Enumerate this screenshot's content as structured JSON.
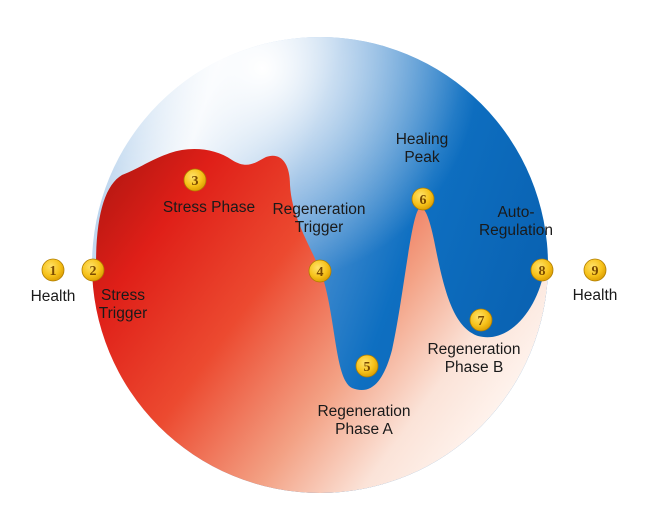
{
  "stages": [
    {
      "number": "1",
      "lines": [
        "Health"
      ]
    },
    {
      "number": "2",
      "lines": [
        "Stress",
        "Trigger"
      ]
    },
    {
      "number": "3",
      "lines": [
        "Stress Phase"
      ]
    },
    {
      "number": "4",
      "lines": [
        "Regeneration",
        "Trigger"
      ]
    },
    {
      "number": "5",
      "lines": [
        "Regeneration",
        "Phase A"
      ]
    },
    {
      "number": "6",
      "lines": [
        "Healing",
        "Peak"
      ]
    },
    {
      "number": "7",
      "lines": [
        "Regeneration",
        "Phase B"
      ]
    },
    {
      "number": "8",
      "lines": [
        "Auto-",
        "Regulation"
      ]
    },
    {
      "number": "9",
      "lines": [
        "Health"
      ]
    }
  ],
  "colors": {
    "stress_red": "#e0201a",
    "stress_dark_red": "#9c1a14",
    "regeneration_blue": "#0a6fc0",
    "light_blue": "#c9dff1",
    "peach": "#f6c6b3",
    "badge_gold": "#f7c21a"
  }
}
